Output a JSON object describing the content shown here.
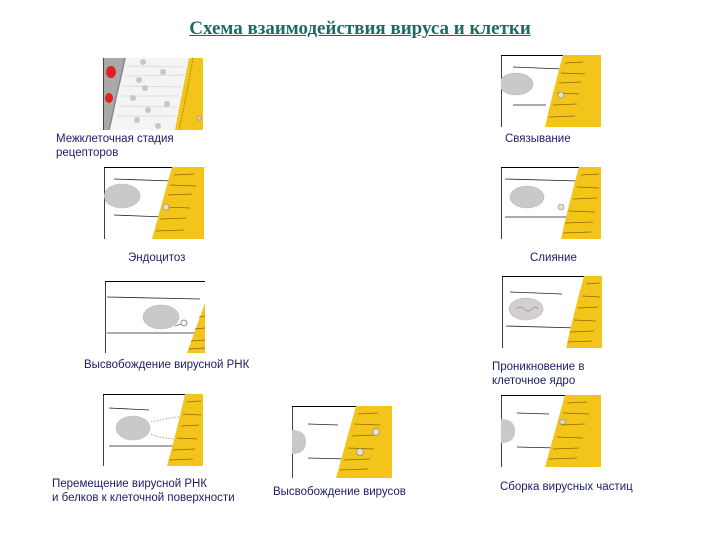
{
  "title": "Схема взаимодействия вируса и клетки",
  "colors": {
    "title": "#1e6b5f",
    "label": "#1c1c6b",
    "membrane": "#f3c41a",
    "nucleus": "#c9c9c9",
    "virus_red": "#e0201a"
  },
  "stages": [
    {
      "id": 1,
      "label": "Межклеточная стадия\nрецепторов",
      "image": "extracellular-stage"
    },
    {
      "id": 2,
      "label": "Связывание",
      "image": "binding"
    },
    {
      "id": 3,
      "label": "Эндоцитоз",
      "image": "endocytosis"
    },
    {
      "id": 4,
      "label": "Слияние",
      "image": "fusion"
    },
    {
      "id": 5,
      "label": "Высвобождение вирусной РНК",
      "image": "rna-release"
    },
    {
      "id": 6,
      "label": "Проникновение в\nклеточное ядро",
      "image": "nuclear-entry"
    },
    {
      "id": 7,
      "label": "Перемещение вирусной РНК\nи белков к клеточной поверхности",
      "image": "rna-protein-transport"
    },
    {
      "id": 8,
      "label": "Высвобождение вирусов",
      "image": "virus-release"
    },
    {
      "id": 9,
      "label": "Сборка вирусных частиц",
      "image": "particle-assembly"
    }
  ]
}
